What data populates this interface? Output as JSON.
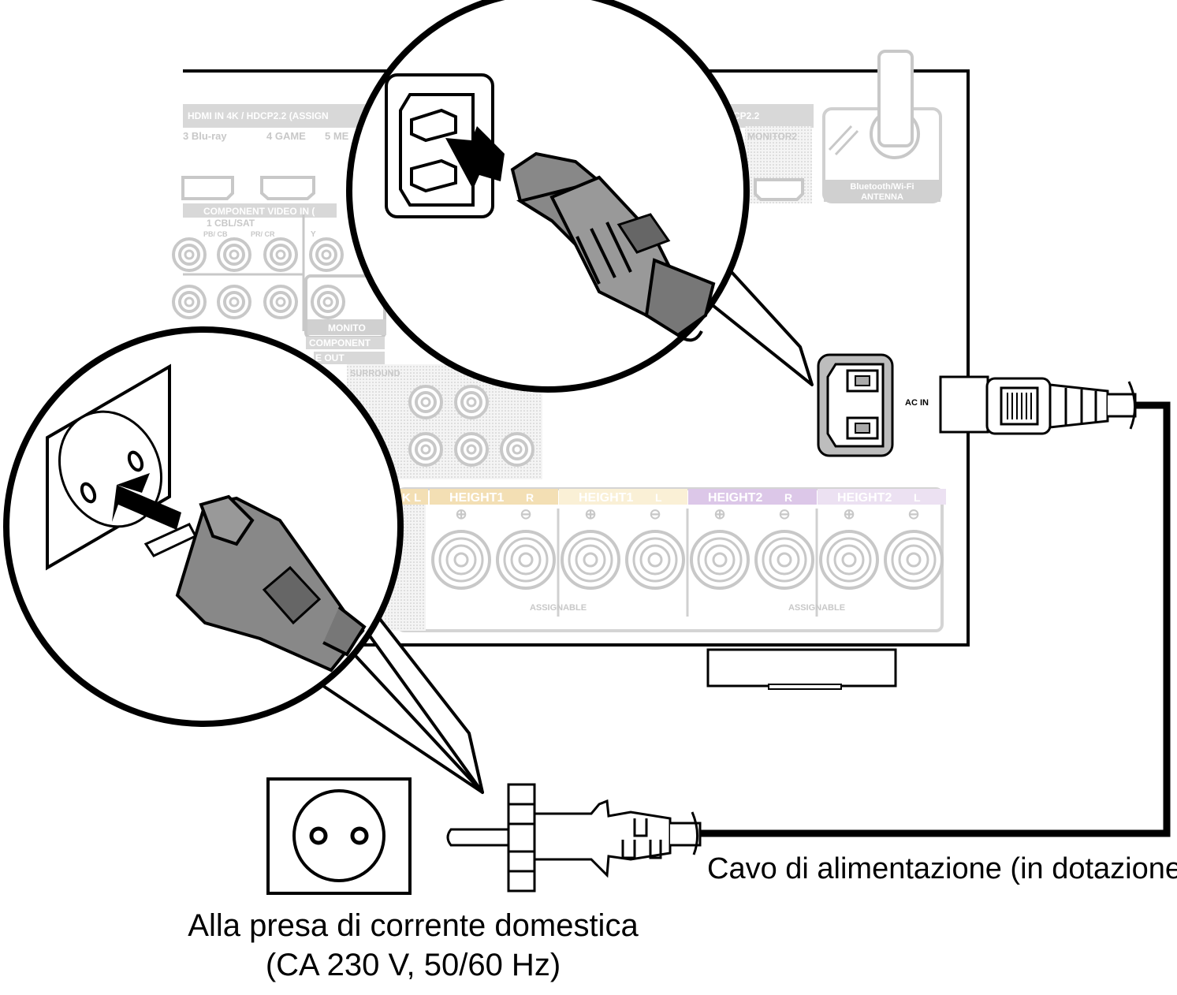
{
  "receiver_panel": {
    "hdmi_header": "HDMI IN   4K / HDCP2.2  (ASSIGN",
    "hdmi_header_right": "CP2.2",
    "hdmi_inputs": [
      "3 Blu-ray",
      "4 GAME",
      "5 ME"
    ],
    "monitor2_label": "MONITOR2",
    "antenna_label_line1": "Bluetooth/Wi-Fi",
    "antenna_label_line2": "ANTENNA",
    "component_header": "COMPONENT VIDEO IN (",
    "cbl_sat_label": "1 CBL/SAT",
    "pb_cb_label": "PB/ CB",
    "pr_cr_label": "PR/ CR",
    "y_label": "Y",
    "monitor_label": "MONITO",
    "component_out_label": "COMPONENT",
    "pre_out_label": "E OUT",
    "surround_label": "SURROUND",
    "ac_in_label": "AC IN",
    "speaker_labels": [
      {
        "text": "HEIGHT1",
        "ch": "R",
        "color": "#f3dfb4"
      },
      {
        "text": "HEIGHT1",
        "ch": "L",
        "color": "#faf0d6"
      },
      {
        "text": "HEIGHT2",
        "ch": "R",
        "color": "#dcc7e8"
      },
      {
        "text": "HEIGHT2",
        "ch": "L",
        "color": "#ece1f2"
      }
    ],
    "partial_label": "K L",
    "assignable_label": "ASSIGNABLE",
    "plus_symbol": "⊕",
    "minus_symbol": "⊖"
  },
  "captions": {
    "power_cord": "Cavo di alimentazione (in dotazione)",
    "outlet_line1": "Alla presa di corrente domestica",
    "outlet_line2": "(CA 230 V, 50/60 Hz)"
  }
}
